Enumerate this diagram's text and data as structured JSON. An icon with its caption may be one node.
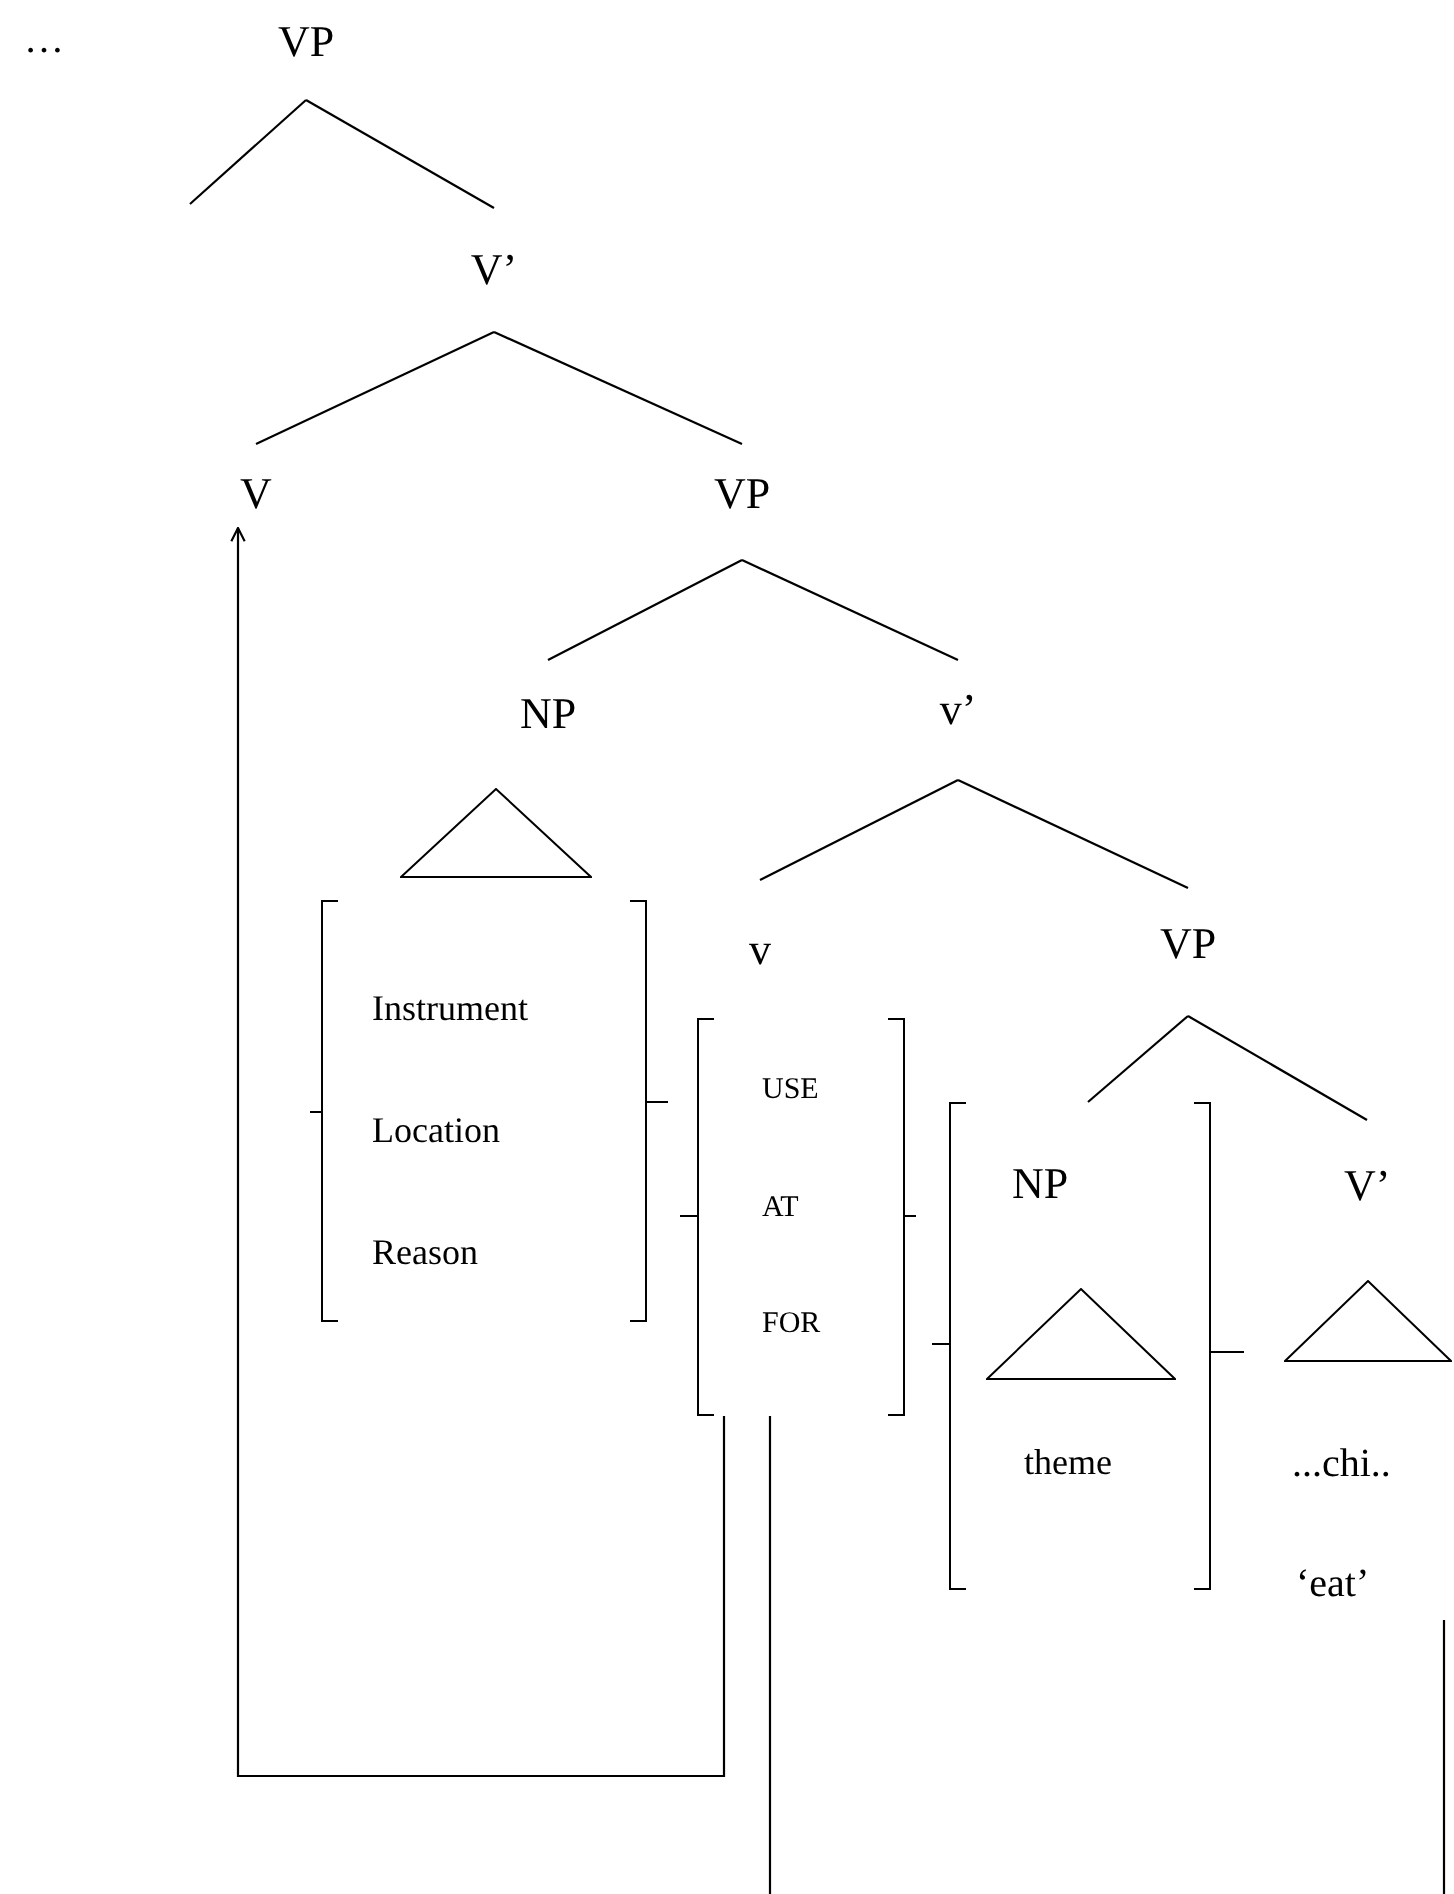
{
  "diagram": {
    "nodes": [
      {
        "text": [
          "VP"
        ]
      },
      {
        "text": [
          "V’"
        ]
      },
      {
        "text": [
          "V"
        ]
      },
      {
        "text": [
          "VP"
        ]
      },
      {
        "text": [
          "NP"
        ]
      },
      {
        "text": [
          "v’"
        ]
      },
      {
        "text": [
          "Instrument",
          "Location",
          "Reason"
        ]
      },
      {
        "text": [
          "v"
        ]
      },
      {
        "text": [
          "USE",
          "AT",
          "FOR"
        ]
      },
      {
        "text": [
          "VP"
        ]
      },
      {
        "text": [
          "NP",
          "theme"
        ]
      },
      {
        "text": [
          "V’",
          "...chi..",
          "‘eat’"
        ]
      },
      {
        "text": [],
        "shape": "triangle"
      },
      {
        "text": [],
        "shape": "triangle",
        "in": 10
      },
      {
        "text": [],
        "shape": "triangle",
        "in": 11
      }
    ],
    "edges": [
      {
        "from": 0,
        "to": null,
        "arrow": "none"
      },
      {
        "from": 0,
        "to": 1,
        "arrow": "none"
      },
      {
        "from": 1,
        "to": 2,
        "arrow": "none"
      },
      {
        "from": 1,
        "to": 3,
        "arrow": "none"
      },
      {
        "from": 3,
        "to": 4,
        "arrow": "none"
      },
      {
        "from": 3,
        "to": 5,
        "arrow": "none"
      },
      {
        "from": 5,
        "to": 7,
        "arrow": "none"
      },
      {
        "from": 5,
        "to": 9,
        "arrow": "none"
      },
      {
        "from": 9,
        "to": 10,
        "arrow": "none"
      },
      {
        "from": 9,
        "to": 11,
        "arrow": "none"
      },
      {
        "from": 8,
        "to": 2,
        "arrow": "to"
      },
      {
        "from": 8,
        "to": null,
        "arrow": "none"
      },
      {
        "from": 11,
        "to": null,
        "arrow": "none"
      }
    ],
    "labels": [
      "…"
    ]
  }
}
